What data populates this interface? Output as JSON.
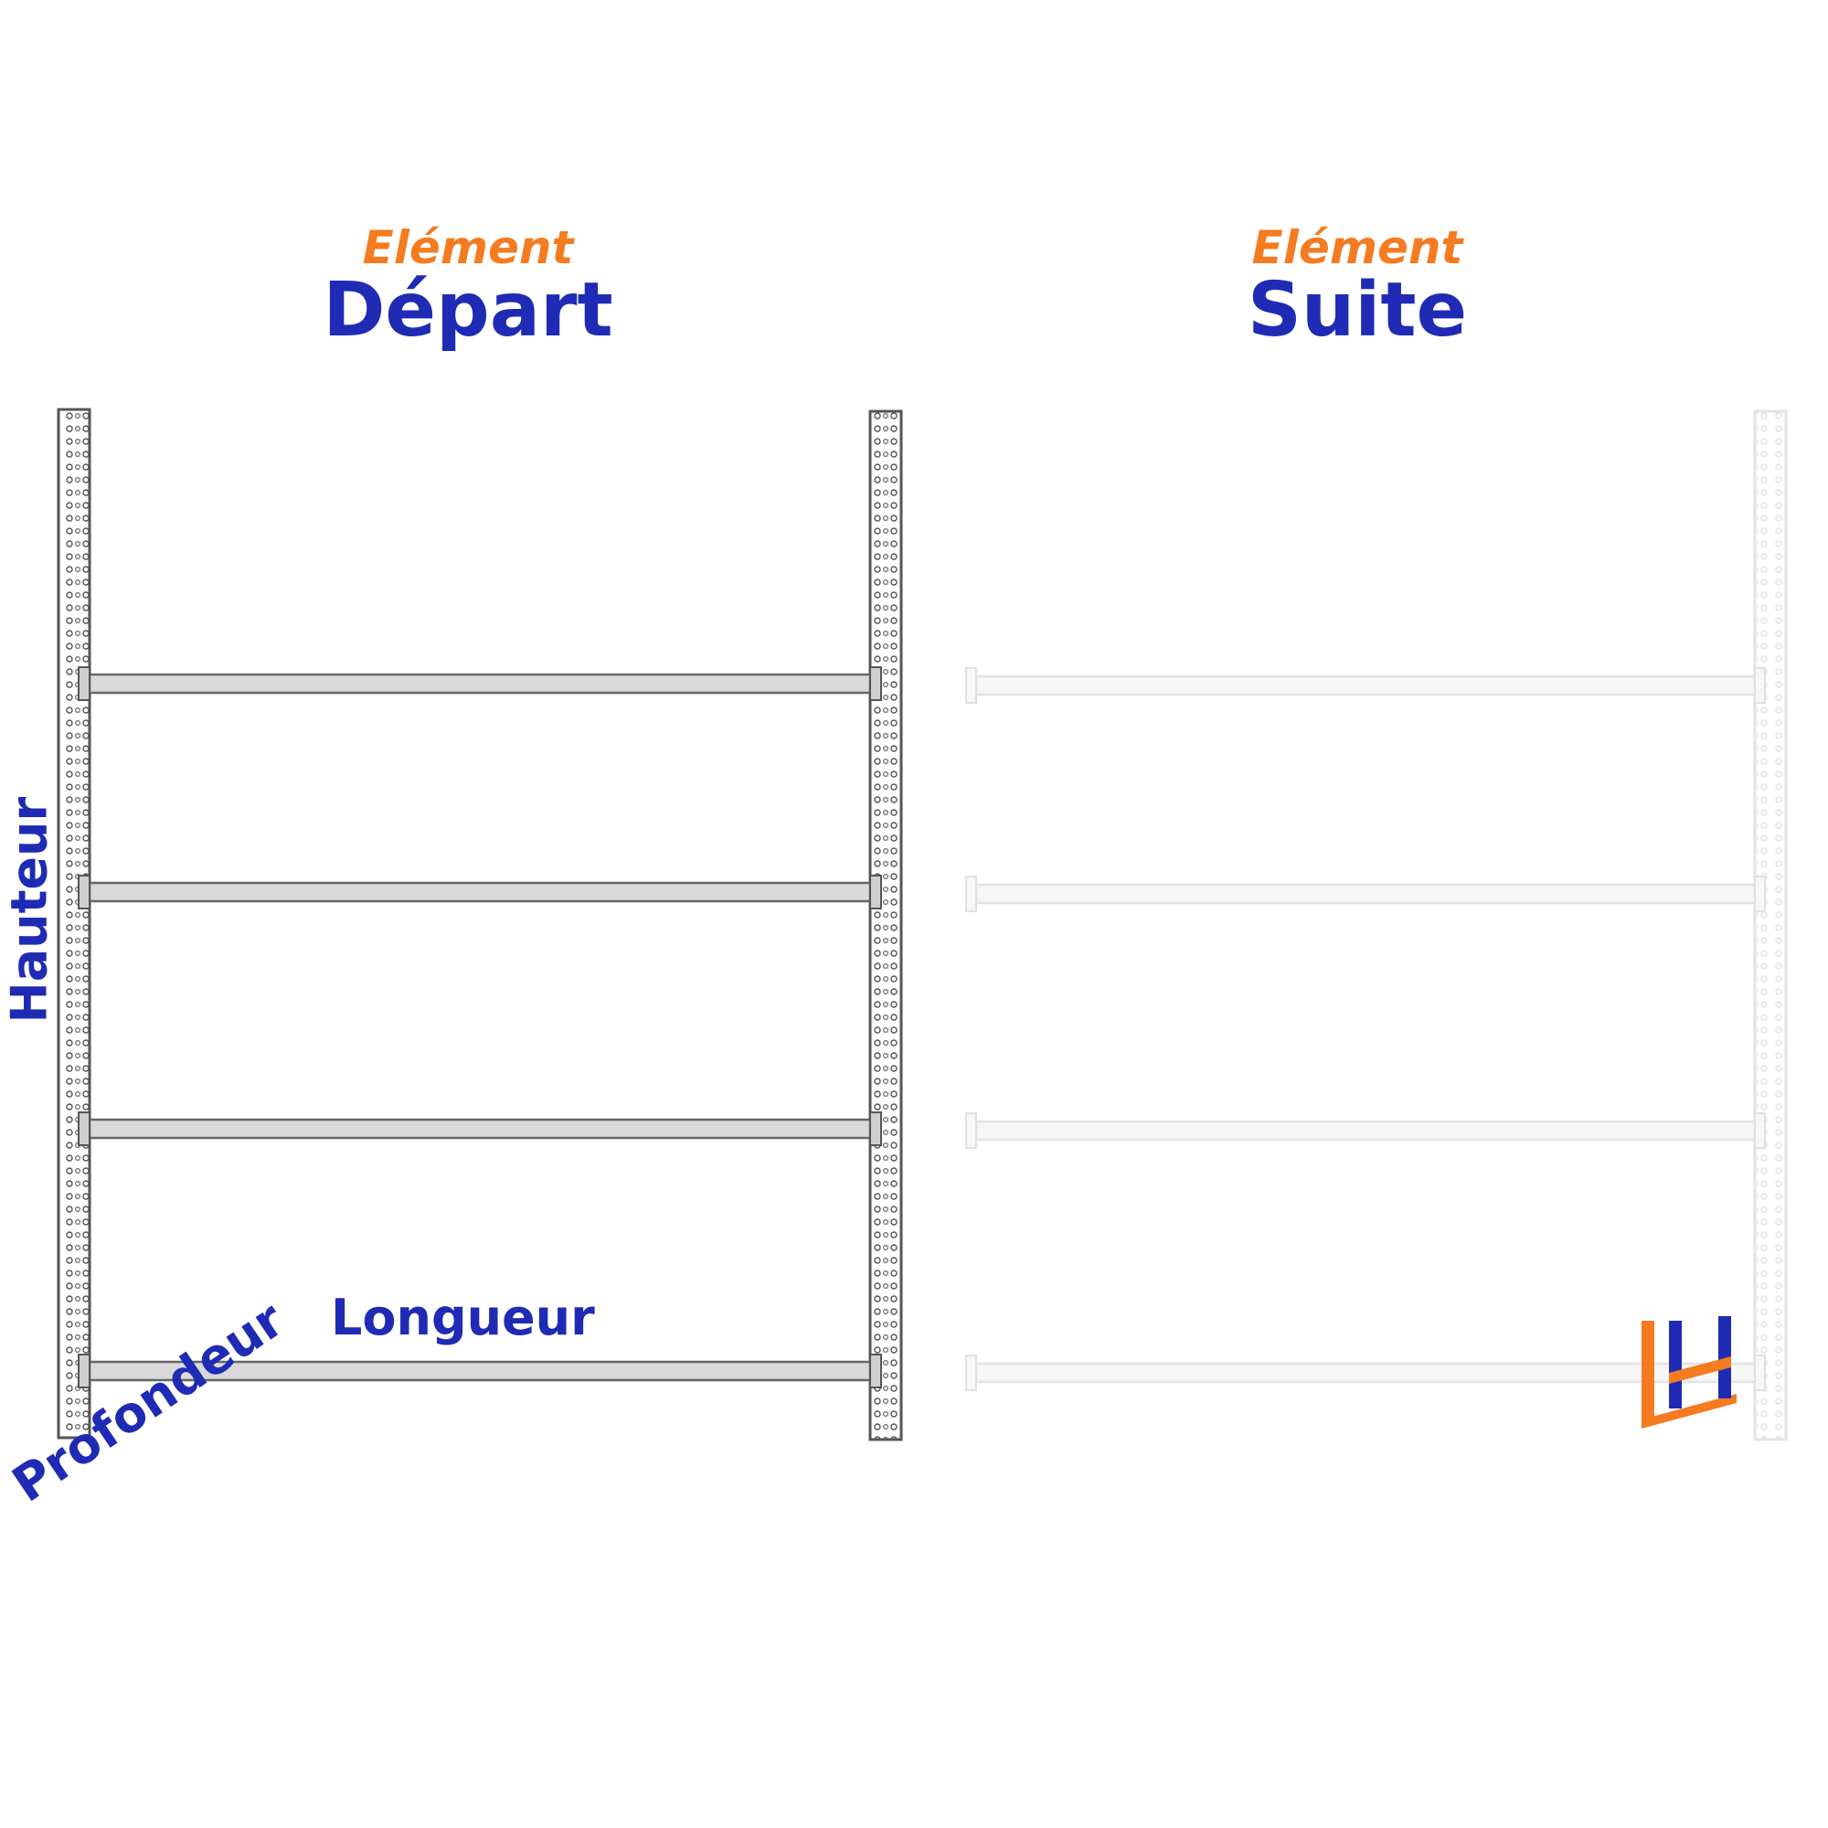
{
  "depart": {
    "sub": "Elément",
    "main": "Départ"
  },
  "suite": {
    "sub": "Elément",
    "main": "Suite"
  },
  "dimensions": {
    "hauteur": "Hauteur",
    "longueur": "Longueur",
    "profondeur": "Profondeur"
  },
  "colors": {
    "accent_orange": "#f47b20",
    "accent_blue": "#1f2bb5",
    "beam_fill": "#d9d9d9",
    "upright_stroke": "#555555",
    "ghost": "#e6e6e6"
  },
  "shelf_levels": 4,
  "logo": {
    "icon": "lh-logo-icon"
  }
}
